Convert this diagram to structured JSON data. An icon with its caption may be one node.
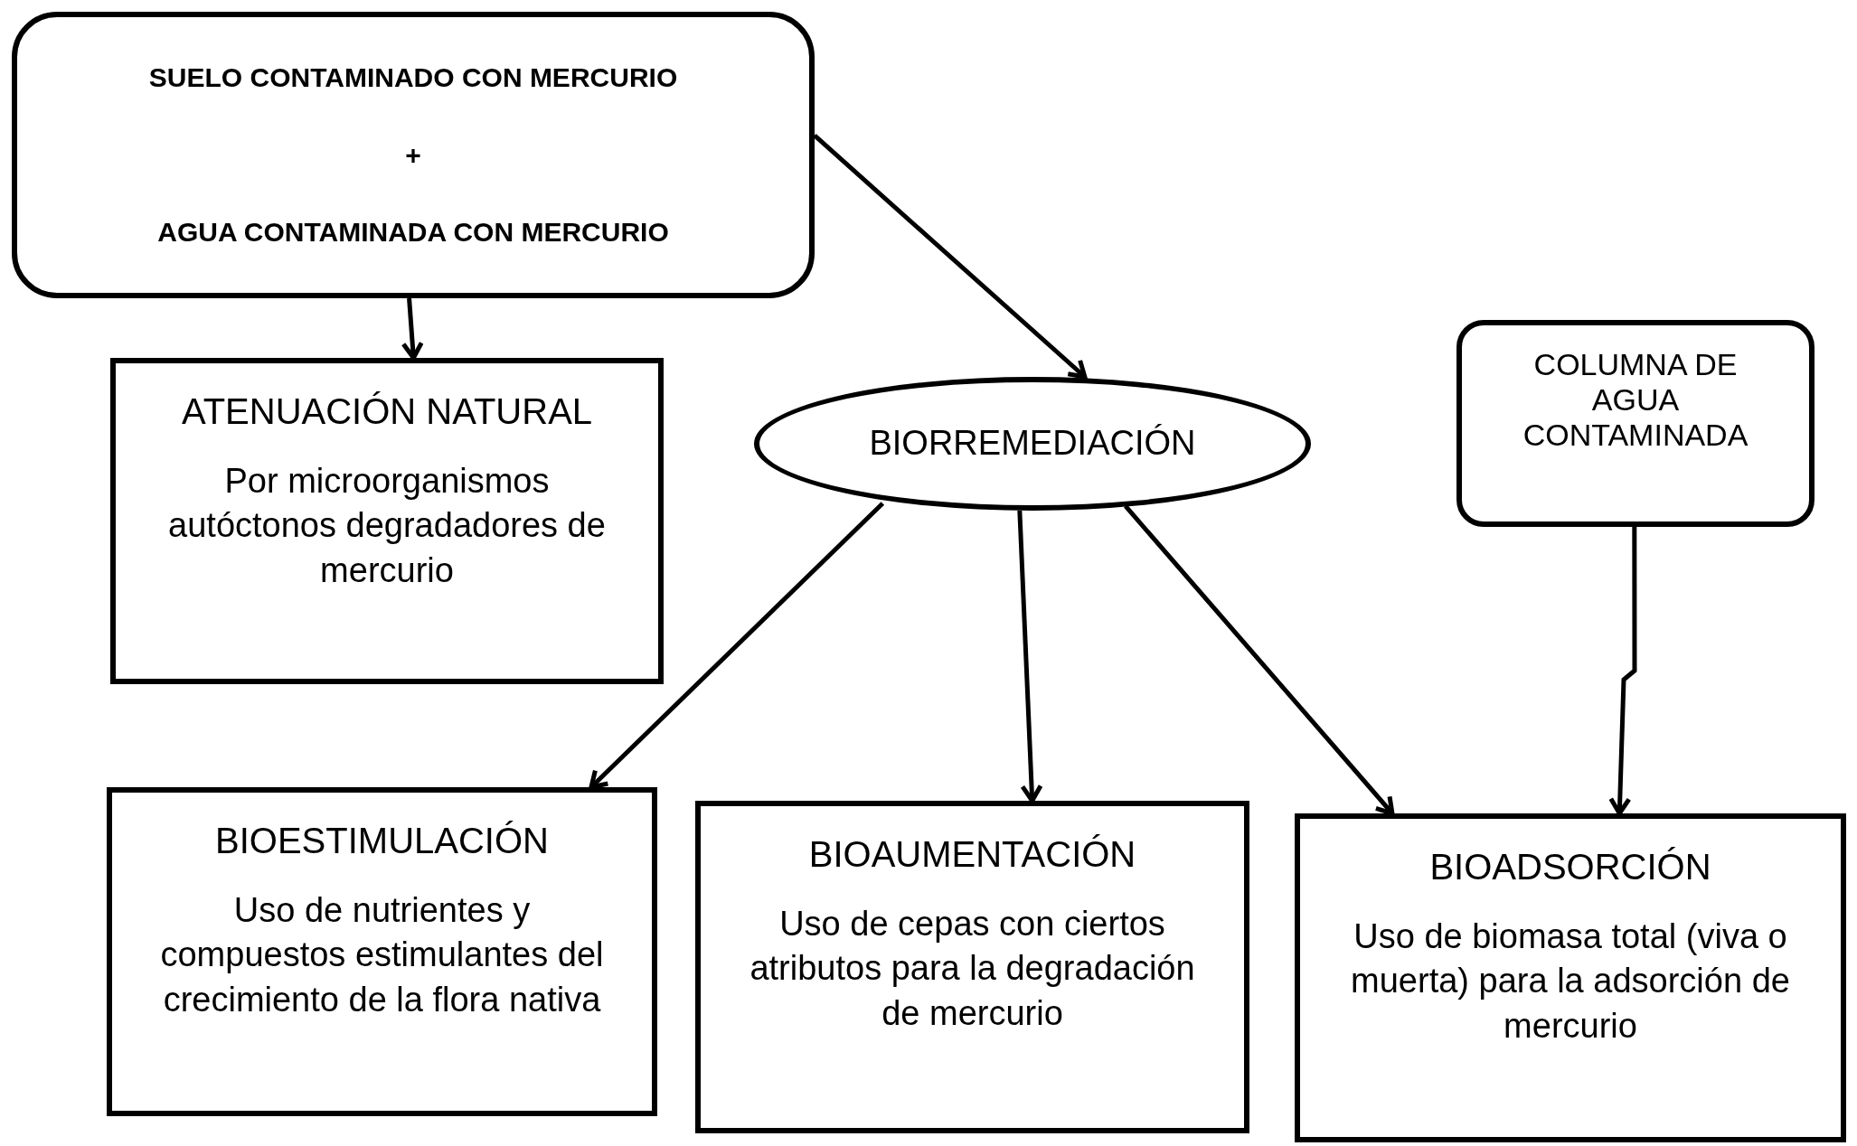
{
  "diagram": {
    "nodes": [
      {
        "text": [
          "SUELO CONTAMINADO CON MERCURIO",
          "+",
          "AGUA CONTAMINADA CON MERCURIO"
        ]
      },
      {
        "text": [
          "ATENUACIÓN NATURAL",
          "Por microorganismos autóctonos degradadores de mercurio"
        ]
      },
      {
        "text": [
          "BIORREMEDIACIÓN"
        ]
      },
      {
        "text": [
          "COLUMNA DE AGUA CONTAMINADA"
        ]
      },
      {
        "text": [
          "BIOESTIMULACIÓN",
          "Uso de nutrientes y compuestos estimulantes del crecimiento de la flora nativa"
        ]
      },
      {
        "text": [
          "BIOAUMENTACIÓN",
          "Uso de cepas con ciertos atributos para la degradación de mercurio"
        ]
      },
      {
        "text": [
          "BIOADSORCIÓN",
          "Uso de biomasa total (viva o muerta) para la adsorción de mercurio"
        ]
      }
    ],
    "edges": [
      {
        "from": 0,
        "to": 1,
        "arrow": "to"
      },
      {
        "from": 0,
        "to": 2,
        "arrow": "to"
      },
      {
        "from": 2,
        "to": 4,
        "arrow": "to"
      },
      {
        "from": 2,
        "to": 5,
        "arrow": "to"
      },
      {
        "from": 2,
        "to": 6,
        "arrow": "to"
      },
      {
        "from": 3,
        "to": 6,
        "arrow": "to"
      }
    ]
  }
}
